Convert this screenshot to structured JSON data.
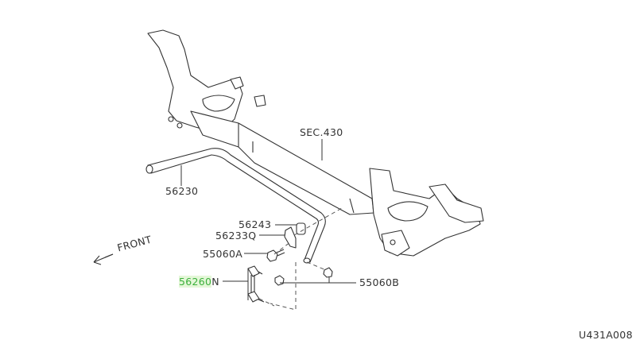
{
  "labels": {
    "sec430": "SEC.430",
    "p56230": "56230",
    "p56243": "56243",
    "p56233q": "56233Q",
    "p55060a": "55060A",
    "p56260n_num": "56260",
    "p56260n_suffix": "N",
    "p55060b": "55060B",
    "front": "FRONT",
    "diagram_code": "U431A008"
  },
  "colors": {
    "highlight_text": "#3bb03b",
    "highlight_bg": "#e4f7d8"
  }
}
